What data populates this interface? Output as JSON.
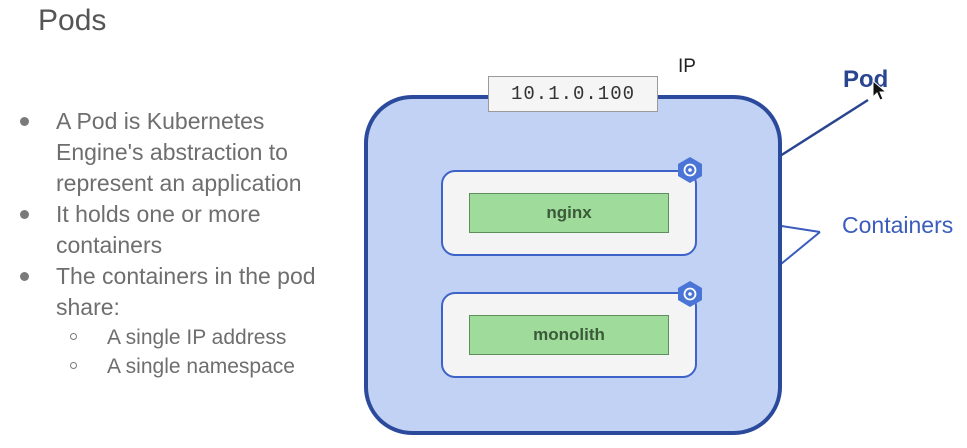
{
  "slide": {
    "title": "Pods"
  },
  "bullets": [
    "A Pod is Kubernetes Engine's abstraction to represent an application",
    "It holds one or more containers",
    "The containers in the pod share:"
  ],
  "sub_bullets": [
    "A single IP address",
    "A single namespace"
  ],
  "diagram": {
    "ip_address": "10.1.0.100",
    "ip_label": "IP",
    "pod_label": "Pod",
    "containers_label": "Containers",
    "containers": [
      {
        "name": "nginx"
      },
      {
        "name": "monolith"
      }
    ],
    "colors": {
      "pod_fill": "#c2d2f4",
      "pod_border": "#2b4a9c",
      "container_border": "#3d63c8",
      "container_fill": "#9fdb9a",
      "label_blue": "#3a5cbc"
    },
    "icon": "container-hexagon-icon"
  }
}
